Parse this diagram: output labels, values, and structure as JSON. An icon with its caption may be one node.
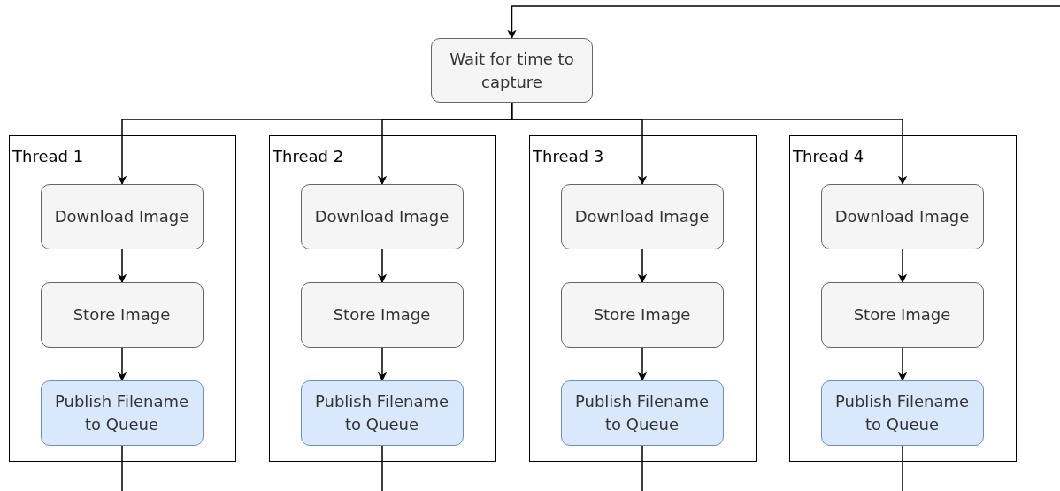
{
  "diagram": {
    "nodes": [
      {
        "text": [
          "Wait for time to capture"
        ]
      },
      {
        "text": [
          "Thread 1"
        ]
      },
      {
        "text": [
          "Download Image"
        ],
        "in": 1
      },
      {
        "text": [
          "Store Image"
        ],
        "in": 1
      },
      {
        "text": [
          "Publish Filename to Queue"
        ],
        "in": 1
      },
      {
        "text": [
          "Thread 2"
        ]
      },
      {
        "text": [
          "Download Image"
        ],
        "in": 5
      },
      {
        "text": [
          "Store Image"
        ],
        "in": 5
      },
      {
        "text": [
          "Publish Filename to Queue"
        ],
        "in": 5
      },
      {
        "text": [
          "Thread 3"
        ]
      },
      {
        "text": [
          "Download Image"
        ],
        "in": 9
      },
      {
        "text": [
          "Store Image"
        ],
        "in": 9
      },
      {
        "text": [
          "Publish Filename to Queue"
        ],
        "in": 9
      },
      {
        "text": [
          "Thread 4"
        ]
      },
      {
        "text": [
          "Download Image"
        ],
        "in": 13
      },
      {
        "text": [
          "Store Image"
        ],
        "in": 13
      },
      {
        "text": [
          "Publish Filename to Queue"
        ],
        "in": 13
      }
    ],
    "edges": [
      {
        "from": null,
        "to": 0,
        "arrow": "to"
      },
      {
        "from": 0,
        "to": 2,
        "arrow": "to"
      },
      {
        "from": 0,
        "to": 6,
        "arrow": "to"
      },
      {
        "from": 0,
        "to": 10,
        "arrow": "to"
      },
      {
        "from": 0,
        "to": 14,
        "arrow": "to"
      },
      {
        "from": 2,
        "to": 3,
        "arrow": "to"
      },
      {
        "from": 3,
        "to": 4,
        "arrow": "to"
      },
      {
        "from": 4,
        "to": null,
        "arrow": "none"
      },
      {
        "from": 6,
        "to": 7,
        "arrow": "to"
      },
      {
        "from": 7,
        "to": 8,
        "arrow": "to"
      },
      {
        "from": 8,
        "to": null,
        "arrow": "none"
      },
      {
        "from": 10,
        "to": 11,
        "arrow": "to"
      },
      {
        "from": 11,
        "to": 12,
        "arrow": "to"
      },
      {
        "from": 12,
        "to": null,
        "arrow": "none"
      },
      {
        "from": 14,
        "to": 15,
        "arrow": "to"
      },
      {
        "from": 15,
        "to": 16,
        "arrow": "to"
      },
      {
        "from": 16,
        "to": null,
        "arrow": "none"
      }
    ]
  }
}
